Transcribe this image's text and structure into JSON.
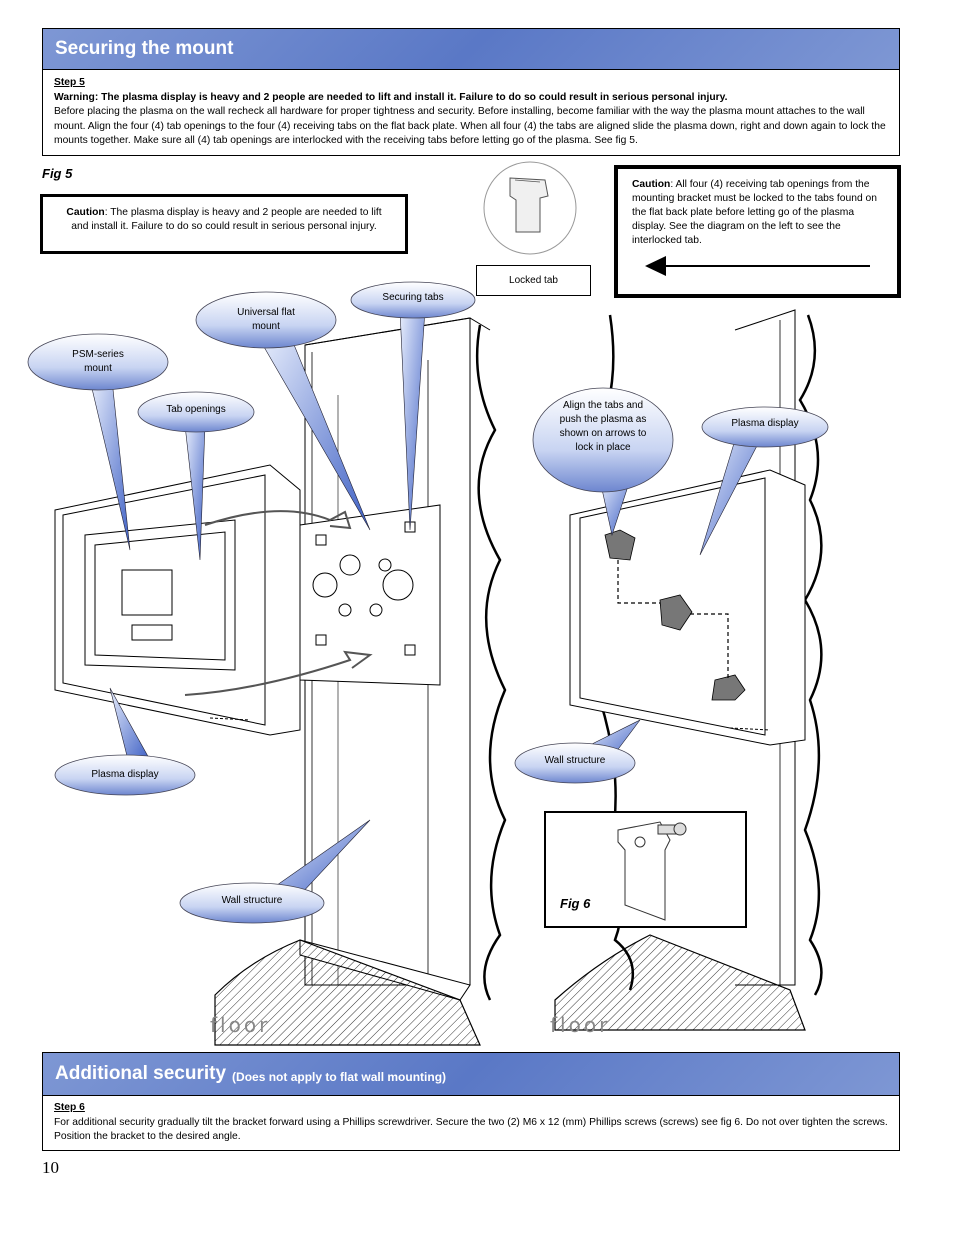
{
  "section1": {
    "title": "Securing the mount",
    "step": "Step 5",
    "warning_label": "Warning",
    "warning_text": ": The plasma display is heavy and 2 people are needed to lift and install it. Failure to do so could result in serious personal injury.",
    "body": "Before placing the plasma on the wall recheck all hardware for proper tightness and security. Before installing, become familiar with the way the plasma mount attaches to the wall mount. Align the four (4) tab openings to the four (4) receiving tabs on the flat back plate. When all four (4) the tabs are aligned slide the plasma down, right and down again to lock the mounts together. Make sure all (4) tab openings are interlocked with the receiving tabs before letting go of the plasma. See fig 5."
  },
  "figure": {
    "fig5": "Fig 5",
    "fig6": "Fig 6",
    "caution_left_label": "Caution",
    "caution_left_text": ": The plasma display is heavy and 2 people are needed to lift and install it. Failure to do so could result in serious personal injury.",
    "caution_right_label": "Caution",
    "caution_right_text": ": All four (4) receiving tab openings from the mounting bracket must be locked to the tabs found on the flat back plate before letting go of the plasma display. See the diagram on the left to see the interlocked tab.",
    "locked_tab": "Locked tab",
    "callouts": {
      "psm_mount": "PSM-series mount",
      "universal_flat_mount": "Universal flat mount",
      "securing_tabs": "Securing tabs",
      "tab_openings": "Tab openings",
      "plasma_display_left": "Plasma display",
      "wall_structure_left": "Wall structure",
      "align_tabs": "Align the tabs and push the plasma as shown on arrows to lock in place",
      "plasma_display_right": "Plasma display",
      "wall_structure_right": "Wall structure"
    },
    "floor_left": "floor",
    "floor_right": "floor"
  },
  "section2": {
    "title": "Additional security",
    "subtitle": "(Does not apply to flat wall mounting)",
    "step": "Step 6",
    "body": "For additional security gradually tilt the bracket forward using a Phillips screwdriver. Secure the two (2) M6 x 12 (mm) Phillips screws (screws) see fig 6. Do not over tighten the screws. Position the bracket to the desired angle."
  },
  "page_number": "10"
}
